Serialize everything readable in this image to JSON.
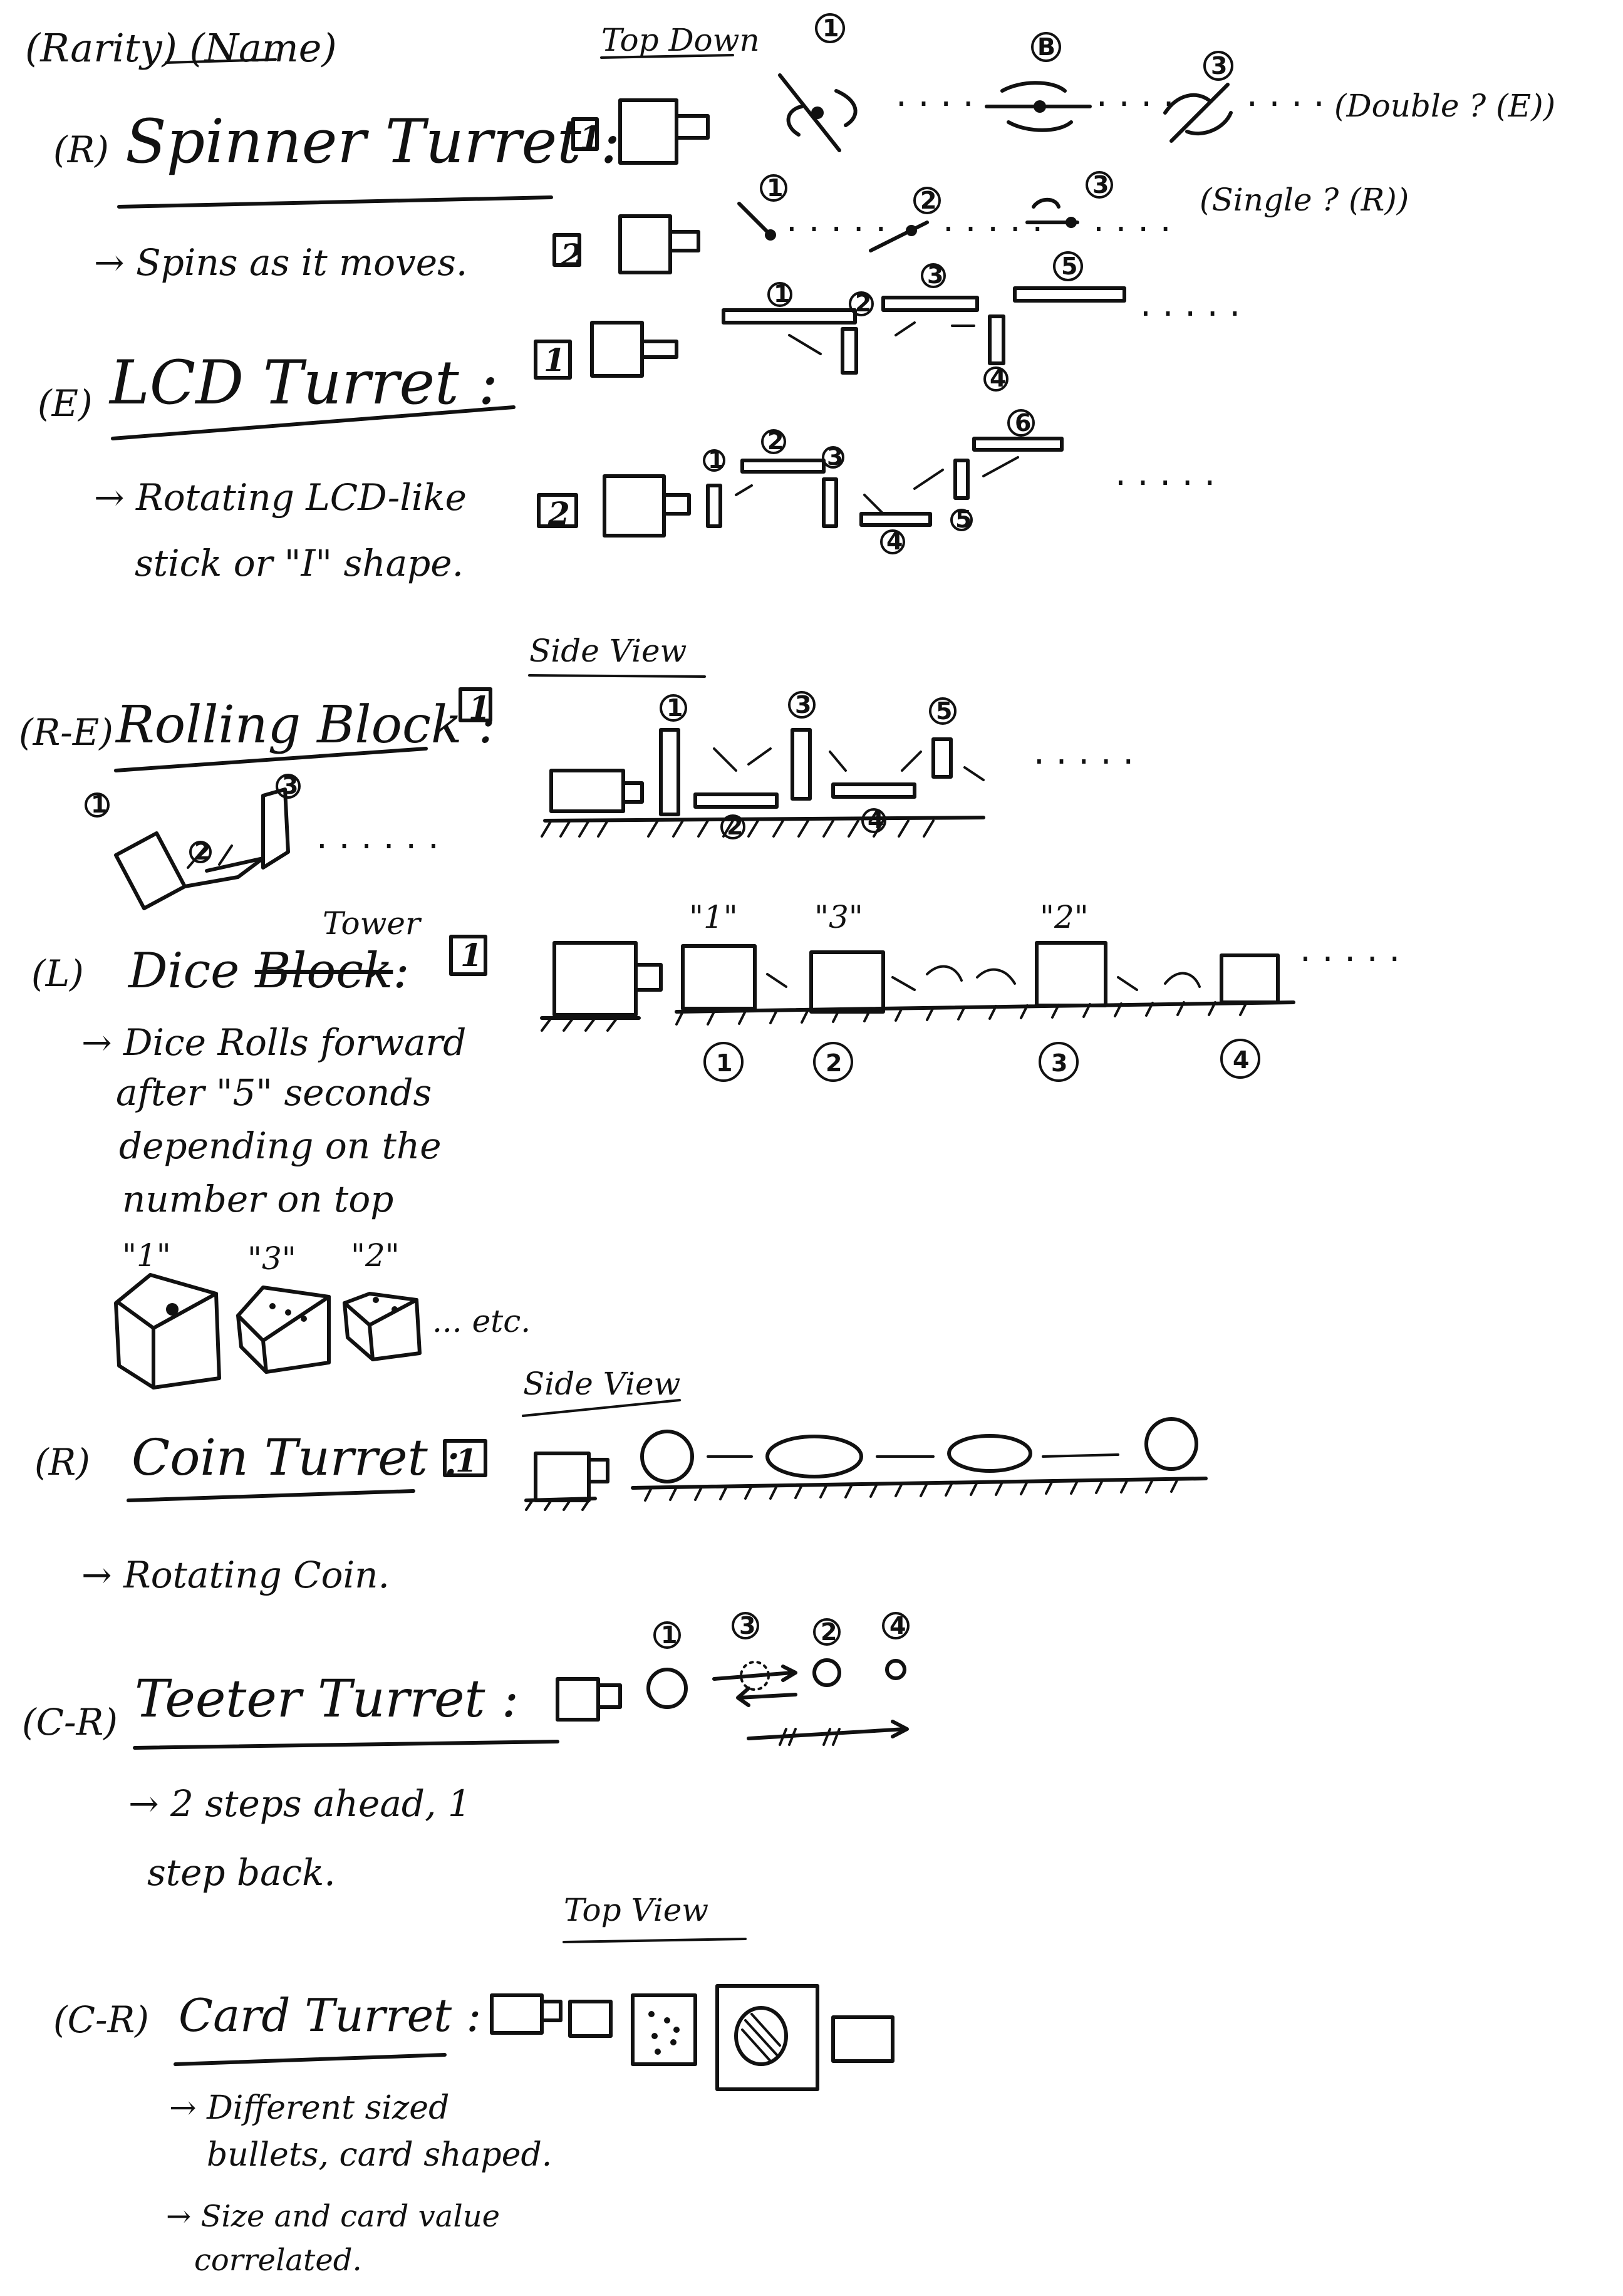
{
  "header": {
    "rarity_name": "(Rarity) (Name)",
    "top_down": "Top Down"
  },
  "spinner": {
    "rarity": "(R)",
    "title": "Spinner Turret :",
    "desc": "→ Spins as it moves.",
    "variant1": "1",
    "variant2": "2",
    "note_double": "(Double ? (E))",
    "note_single": "(Single ? (R))",
    "steps_a": [
      "1",
      "B",
      "3"
    ],
    "steps_b": [
      "1",
      "2",
      "3"
    ]
  },
  "lcd": {
    "rarity": "(E)",
    "title": "LCD Turret :",
    "desc_line1": "→ Rotating LCD-like",
    "desc_line2": "stick or \"I\" shape.",
    "variant1": "1",
    "variant2": "2",
    "steps_a": [
      "1",
      "2",
      "3",
      "4",
      "5"
    ],
    "steps_b": [
      "1",
      "2",
      "3",
      "4",
      "5",
      "6"
    ]
  },
  "side_view_1": "Side View",
  "rolling": {
    "rarity": "(R-E)",
    "title": "Rolling Block :",
    "variant1": "1",
    "steps": [
      "1",
      "2",
      "3",
      "4",
      "5"
    ],
    "sketch_steps": [
      "1",
      "2",
      "3"
    ]
  },
  "dice": {
    "rarity": "(L)",
    "title_word": "Dice",
    "title_struck": "Block",
    "title_end": ":",
    "title_insert": "Tower",
    "variant1": "1",
    "desc_lines": [
      "→ Dice Rolls forward",
      "after \"5\" seconds",
      "depending on the",
      "number on top"
    ],
    "faces": [
      "\"1\"",
      "\"3\"",
      "\"2\""
    ],
    "faces_etc": "... etc.",
    "positions": [
      "1",
      "2",
      "3",
      "4"
    ]
  },
  "side_view_2": "Side View",
  "coin": {
    "rarity": "(R)",
    "title": "Coin Turret :",
    "variant1": "1",
    "desc": "→ Rotating Coin."
  },
  "teeter": {
    "rarity": "(C-R)",
    "title": "Teeter Turret :",
    "desc_line1": "→ 2 steps ahead, 1",
    "desc_line2": "step back.",
    "steps": [
      "1",
      "3",
      "2",
      "4"
    ]
  },
  "top_view": "Top View",
  "card": {
    "rarity": "(C-R)",
    "title": "Card Turret :",
    "desc_line1": "→ Different sized",
    "desc_line2": "bullets, card shaped.",
    "desc_line3": "→ Size and card value",
    "desc_line4": "correlated."
  }
}
